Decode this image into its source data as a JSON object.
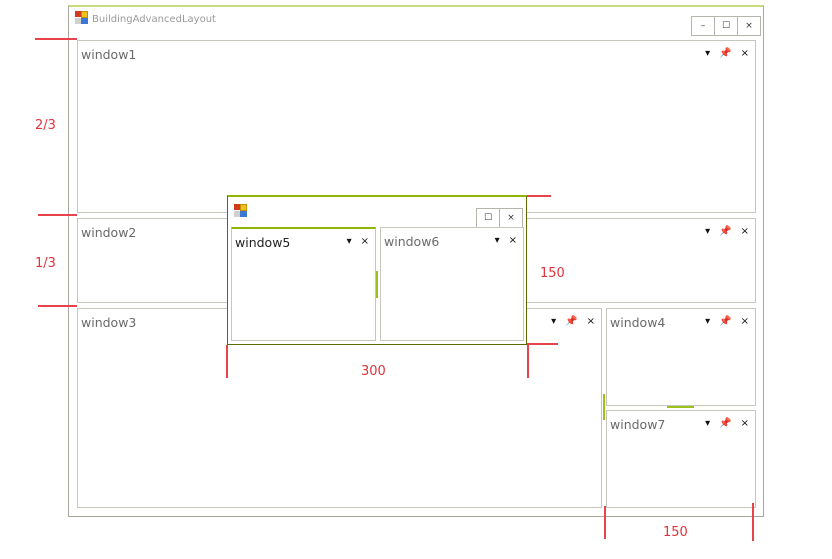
{
  "window": {
    "title": "BuildingAdvancedLayout",
    "buttons": {
      "minimize": "–",
      "maximize": "☐",
      "close": "×"
    }
  },
  "panes": {
    "window1": {
      "title": "window1"
    },
    "window2": {
      "title": "window2"
    },
    "window3": {
      "title": "window3"
    },
    "window4": {
      "title": "window4"
    },
    "window7": {
      "title": "window7"
    }
  },
  "floating": {
    "buttons": {
      "maximize": "☐",
      "close": "×"
    },
    "tabs": [
      {
        "title": "window5"
      },
      {
        "title": "window6"
      }
    ]
  },
  "pane_tools": {
    "menu": "▾",
    "pin": "📌",
    "close": "×"
  },
  "annotations": {
    "ratio_top": "2/3",
    "ratio_bottom": "1/3",
    "float_height": "150",
    "float_width": "300",
    "right_width": "150"
  },
  "colors": {
    "accent": "#8fb600",
    "annotation": "#e0343c",
    "border": "#c6c6bd"
  }
}
